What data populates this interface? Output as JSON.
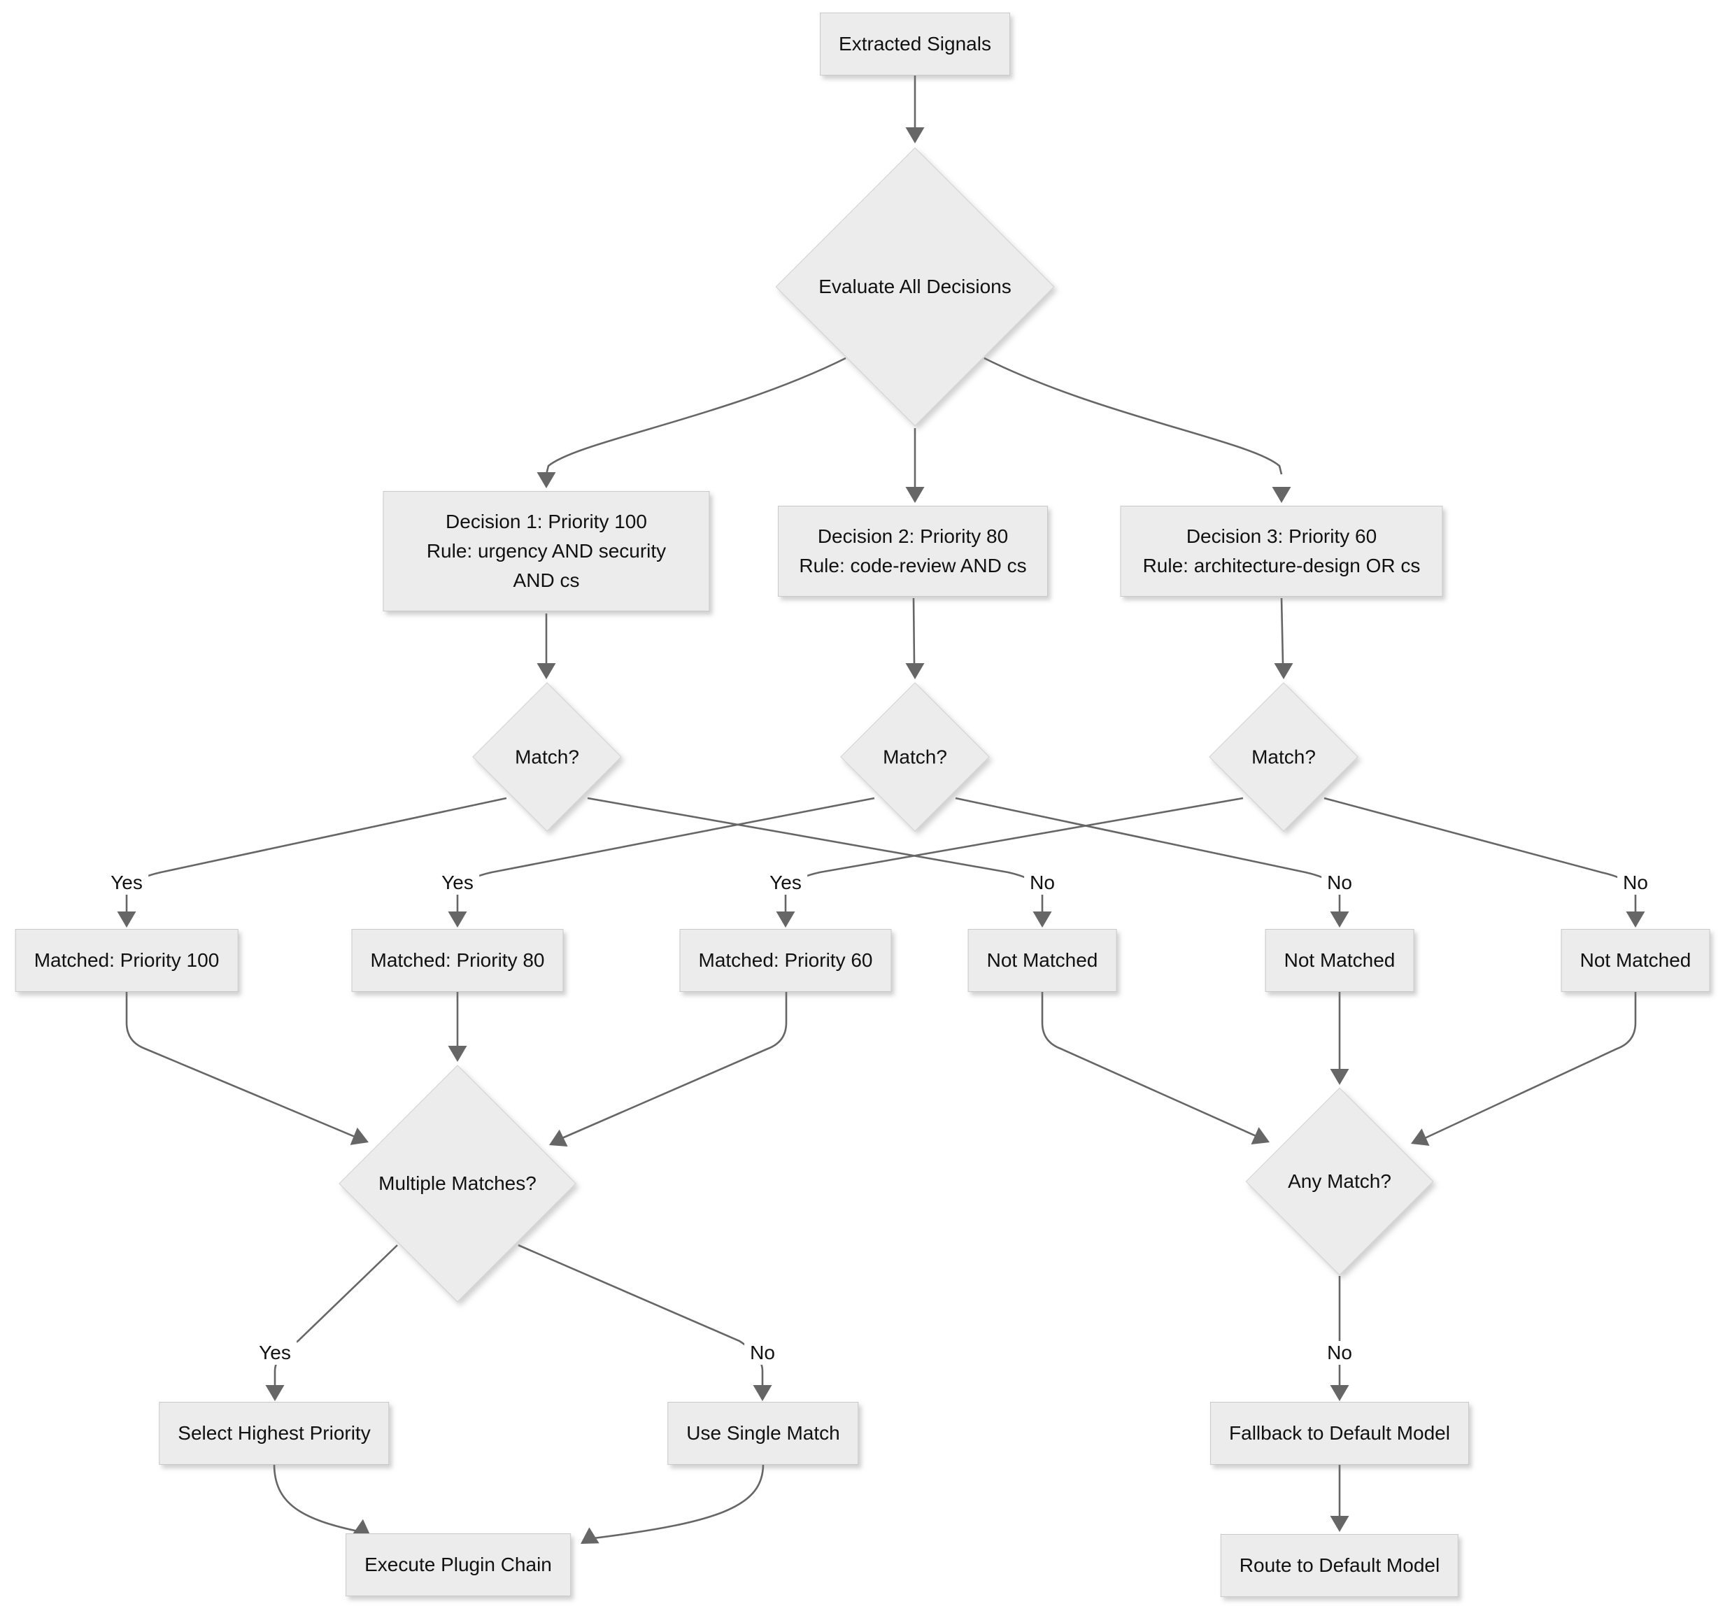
{
  "diagram": {
    "nodes": {
      "extracted_signals": {
        "label": "Extracted Signals"
      },
      "evaluate_all": {
        "label": "Evaluate All Decisions"
      },
      "decision1": {
        "lines": [
          "Decision 1: Priority 100",
          "Rule: urgency AND security",
          "AND cs"
        ]
      },
      "decision2": {
        "lines": [
          "Decision 2: Priority 80",
          "Rule: code-review AND cs"
        ]
      },
      "decision3": {
        "lines": [
          "Decision 3: Priority 60",
          "Rule: architecture-design OR cs"
        ]
      },
      "match1": {
        "label": "Match?"
      },
      "match2": {
        "label": "Match?"
      },
      "match3": {
        "label": "Match?"
      },
      "matched_100": {
        "label": "Matched: Priority 100"
      },
      "matched_80": {
        "label": "Matched: Priority 80"
      },
      "matched_60": {
        "label": "Matched: Priority 60"
      },
      "not_matched_1": {
        "label": "Not Matched"
      },
      "not_matched_2": {
        "label": "Not Matched"
      },
      "not_matched_3": {
        "label": "Not Matched"
      },
      "multiple_matches": {
        "label": "Multiple Matches?"
      },
      "any_match": {
        "label": "Any Match?"
      },
      "select_highest": {
        "label": "Select Highest Priority"
      },
      "use_single": {
        "label": "Use Single Match"
      },
      "fallback_default": {
        "label": "Fallback to Default Model"
      },
      "execute_chain": {
        "label": "Execute Plugin Chain"
      },
      "route_default": {
        "label": "Route to Default Model"
      }
    },
    "edge_labels": {
      "yes": "Yes",
      "no": "No"
    },
    "colors": {
      "node_fill": "#ececec",
      "node_border": "#c9c9c9",
      "edge": "#666666",
      "label_bg": "#ffffff",
      "text": "#111111"
    }
  }
}
